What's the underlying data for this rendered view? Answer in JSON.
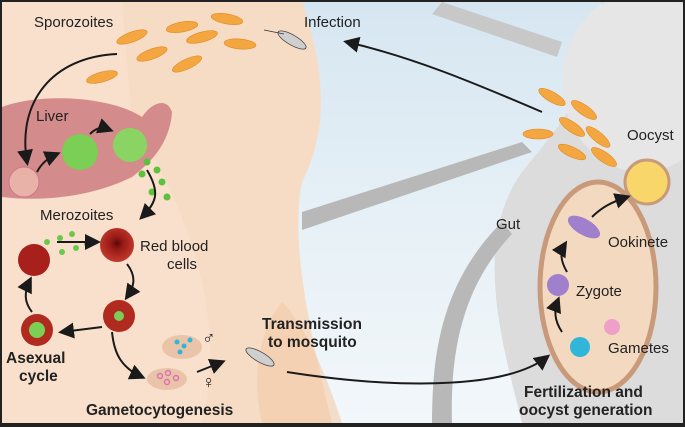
{
  "title": "Plasmodium life cycle",
  "labels": {
    "sporozoites": "Sporozoites",
    "infection": "Infection",
    "liver": "Liver",
    "merozoites": "Merozoites",
    "red_blood_cells_1": "Red blood",
    "red_blood_cells_2": "cells",
    "asexual_1": "Asexual",
    "asexual_2": "cycle",
    "gametocytogenesis": "Gametocytogenesis",
    "transmission_1": "Transmission",
    "transmission_2": "to mosquito",
    "oocyst": "Oocyst",
    "gut": "Gut",
    "ookinete": "Ookinete",
    "zygote": "Zygote",
    "gametes": "Gametes",
    "fertilization_1": "Fertilization and",
    "fertilization_2": "oocyst generation"
  },
  "symbols": {
    "male": "♂",
    "female": "♀"
  },
  "colors": {
    "skin": "#f7dcc5",
    "liver": "#d98f8f",
    "rbc": "#a8201c",
    "parasite_green": "#5cc23c",
    "sporozoite": "#f4a640",
    "mosquito_body": "#d6d6d6",
    "gut": "#f3d9c0",
    "gut_border": "#c89a7a",
    "oocyst": "#f8d66a",
    "zygote": "#a07fcc",
    "gamete_male": "#2fb6d8",
    "gamete_female": "#f0a0c8",
    "arrow": "#1a1a1a"
  }
}
